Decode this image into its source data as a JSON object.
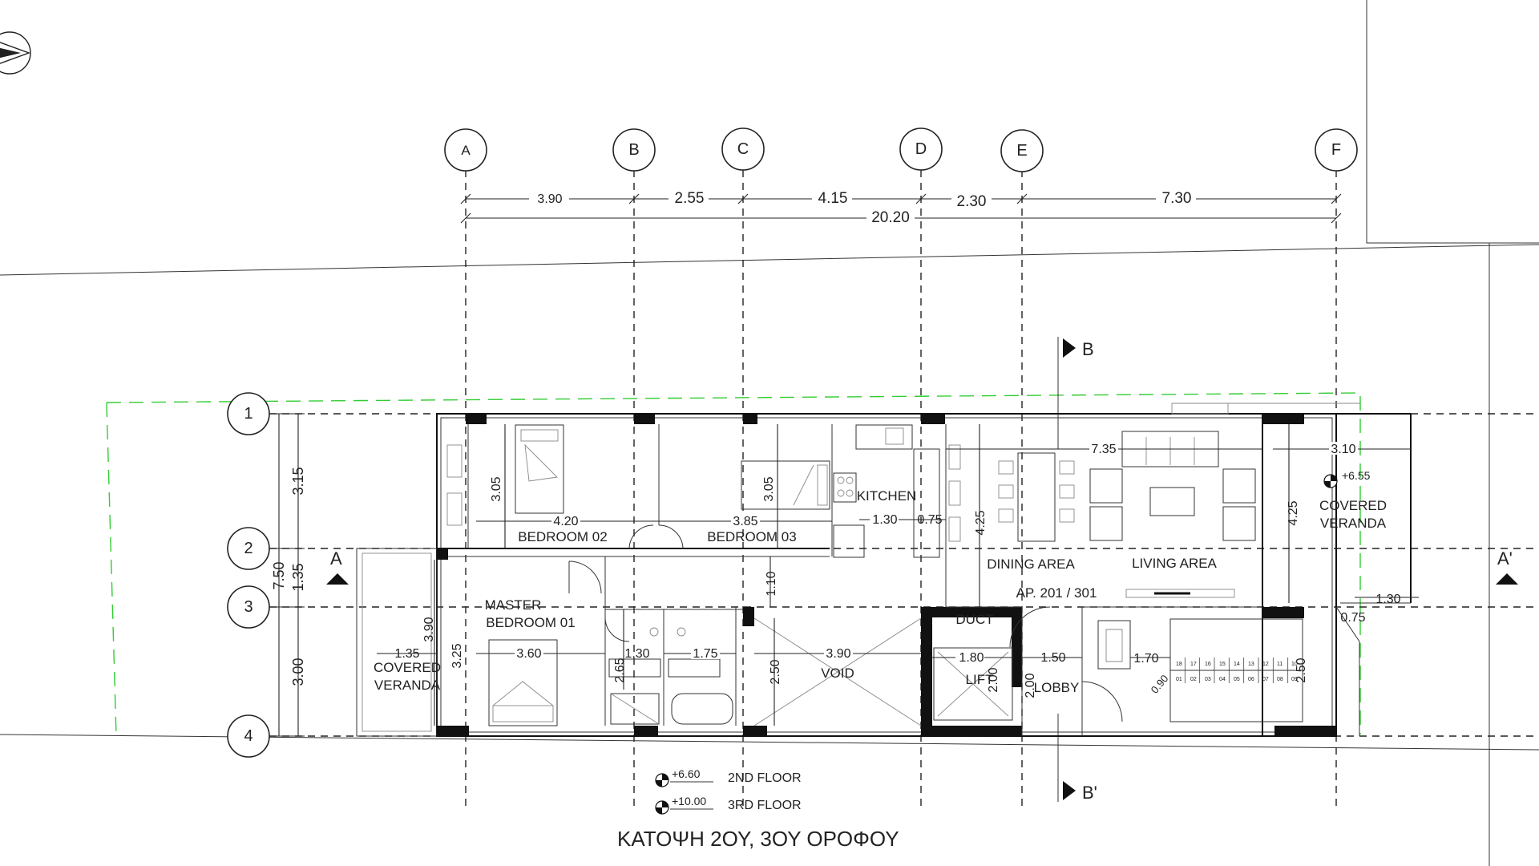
{
  "title": "ΚΑΤΟΨΗ 2ΟΥ, 3ΟΥ ΟΡΟΦΟΥ",
  "grid_columns": [
    "A",
    "B",
    "C",
    "D",
    "E",
    "F"
  ],
  "grid_rows": [
    "1",
    "2",
    "3",
    "4"
  ],
  "top_dimensions": [
    "3.90",
    "2.55",
    "4.15",
    "2.30",
    "7.30"
  ],
  "total_dimension": "20.20",
  "left_dimensions": {
    "total": "7.50",
    "d12": "3.15",
    "d23": "1.35",
    "d34": "3.00"
  },
  "sections": {
    "a": "A",
    "a_prime": "A'",
    "b": "B",
    "b_prime": "B'"
  },
  "rooms": {
    "bedroom02": "BEDROOM 02",
    "bedroom03": "BEDROOM 03",
    "kitchen": "KITCHEN",
    "dining": "DINING AREA",
    "living": "LIVING AREA",
    "covered_veranda_right": [
      "COVERED",
      "VERANDA"
    ],
    "covered_veranda_left": [
      "COVERED",
      "VERANDA"
    ],
    "master_bedroom": [
      "MASTER",
      "BEDROOM 01"
    ],
    "apartment": "AP. 201 / 301",
    "duct": "DUCT",
    "lift": "LIFT",
    "lobby": "LOBBY",
    "void": "VOID"
  },
  "room_dimensions": {
    "bed02_w": "4.20",
    "bed02_h": "3.05",
    "bed03_w": "3.85",
    "bed03_h": "3.05",
    "kitchen_w": "1.30",
    "kitchen_gap": "0.75",
    "living_w": "7.35",
    "living_h": "4.25",
    "veranda_r_w": "3.10",
    "veranda_r_h": "4.25",
    "veranda_r_small": "1.30",
    "veranda_r_corner": "0.75",
    "master_w": "3.60",
    "master_h1": "3.90",
    "master_h2": "3.25",
    "veranda_l_w": "1.35",
    "bath_w": "1.30",
    "bath_h": "2.65",
    "bath2_w": "1.75",
    "corridor_h": "1.10",
    "void_w": "3.90",
    "void_h": "2.50",
    "lift_w": "1.80",
    "lift_h1": "2.00",
    "lift_h2": "2.00",
    "lobby_w": "1.50",
    "stair_w": "1.70",
    "stair_h": "2.50",
    "stair_door": "0.90"
  },
  "levels": [
    {
      "elevation": "+6.60",
      "label": "2ND FLOOR"
    },
    {
      "elevation": "+10.00",
      "label": "3RD FLOOR"
    }
  ],
  "veranda_level": "+6.55",
  "stair_top_steps": [
    "18",
    "17",
    "16",
    "15",
    "14",
    "13",
    "12",
    "11",
    "10"
  ],
  "stair_bottom_steps": [
    "01",
    "02",
    "03",
    "04",
    "05",
    "06",
    "07",
    "08",
    "09"
  ],
  "colors": {
    "line": "#222222",
    "site_boundary": "#33cc33",
    "fill_black": "#111111"
  }
}
